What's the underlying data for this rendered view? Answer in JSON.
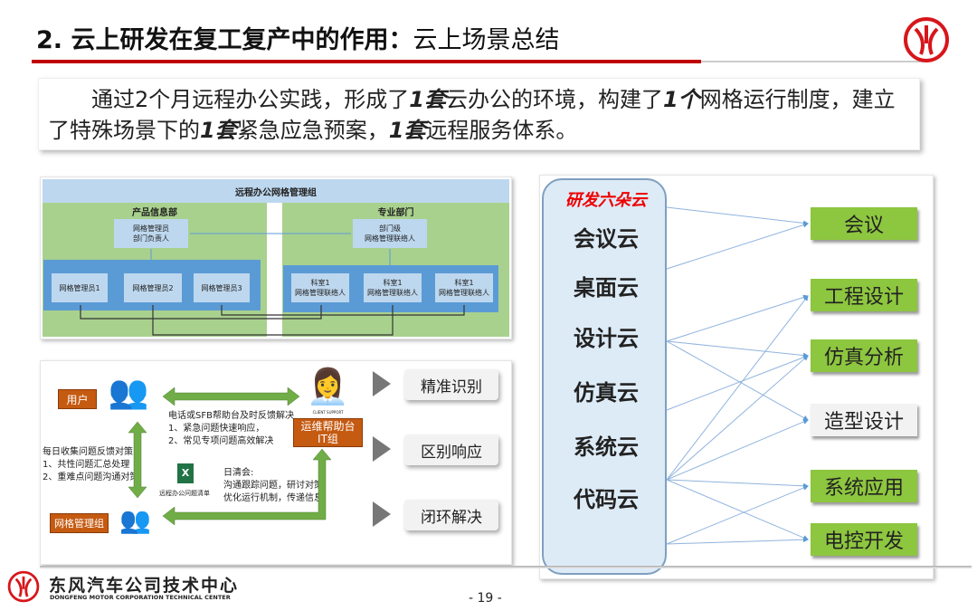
{
  "title": {
    "main": "2. 云上研发在复工复产中的作用：",
    "sub": "云上场景总结"
  },
  "summary": {
    "p1": "通过2个月远程办公实践，形成了",
    "n1": "1套",
    "p2": "云办公的环境，构建了",
    "n2": "1个",
    "p3": "网格运行制度，建立了特殊场景下的",
    "n3": "1套",
    "p4": "紧急应急预案，",
    "n4": "1套",
    "p5": "远程服务体系。"
  },
  "grid": {
    "header": "远程办公网格管理组",
    "left_dept": "产品信息部",
    "right_dept": "专业部门",
    "left_head": "网格管理员\n部门负责人",
    "right_head": "部门级\n网格管理联络人",
    "left_members": [
      "网格管理员1",
      "网格管理员2",
      "网格管理员3"
    ],
    "right_members": [
      "科室1\n网格管理联络人",
      "科室1\n网格管理联络人",
      "科室1\n网格管理联络人"
    ]
  },
  "service": {
    "user": "用户",
    "it": "运维帮助台\nIT组",
    "grid_group": "网格管理组",
    "client_support": "CLIENT SUPPORT",
    "top_text": "电话或SFB帮助台及时反馈解决\n1、紧急问题快速响应，\n2、常见专项问题高效解决",
    "left_text": "每日收集问题反馈对策\n1、共性问题汇总处理\n2、重难点问题沟通对策",
    "excel_label": "远程办公问题清单",
    "meeting_text": "日清会:\n沟通跟踪问题，研讨对策\n优化运行机制，传递信息",
    "tags": [
      "精准识别",
      "区别响应",
      "闭环解决"
    ]
  },
  "clouds": {
    "title": "研发六朵云",
    "items": [
      "会议云",
      "桌面云",
      "设计云",
      "仿真云",
      "系统云",
      "代码云"
    ],
    "targets": [
      "会议",
      "工程设计",
      "仿真分析",
      "造型设计",
      "系统应用",
      "电控开发"
    ]
  },
  "footer": {
    "company_cn": "东风汽车公司技术中心",
    "company_en": "DONGFENG MOTOR CORPORATION TECHNICAL CENTER",
    "page": "- 19 -"
  },
  "colors": {
    "accent": "#c00000",
    "green": "#8dc63f",
    "orange": "#c55a11"
  }
}
